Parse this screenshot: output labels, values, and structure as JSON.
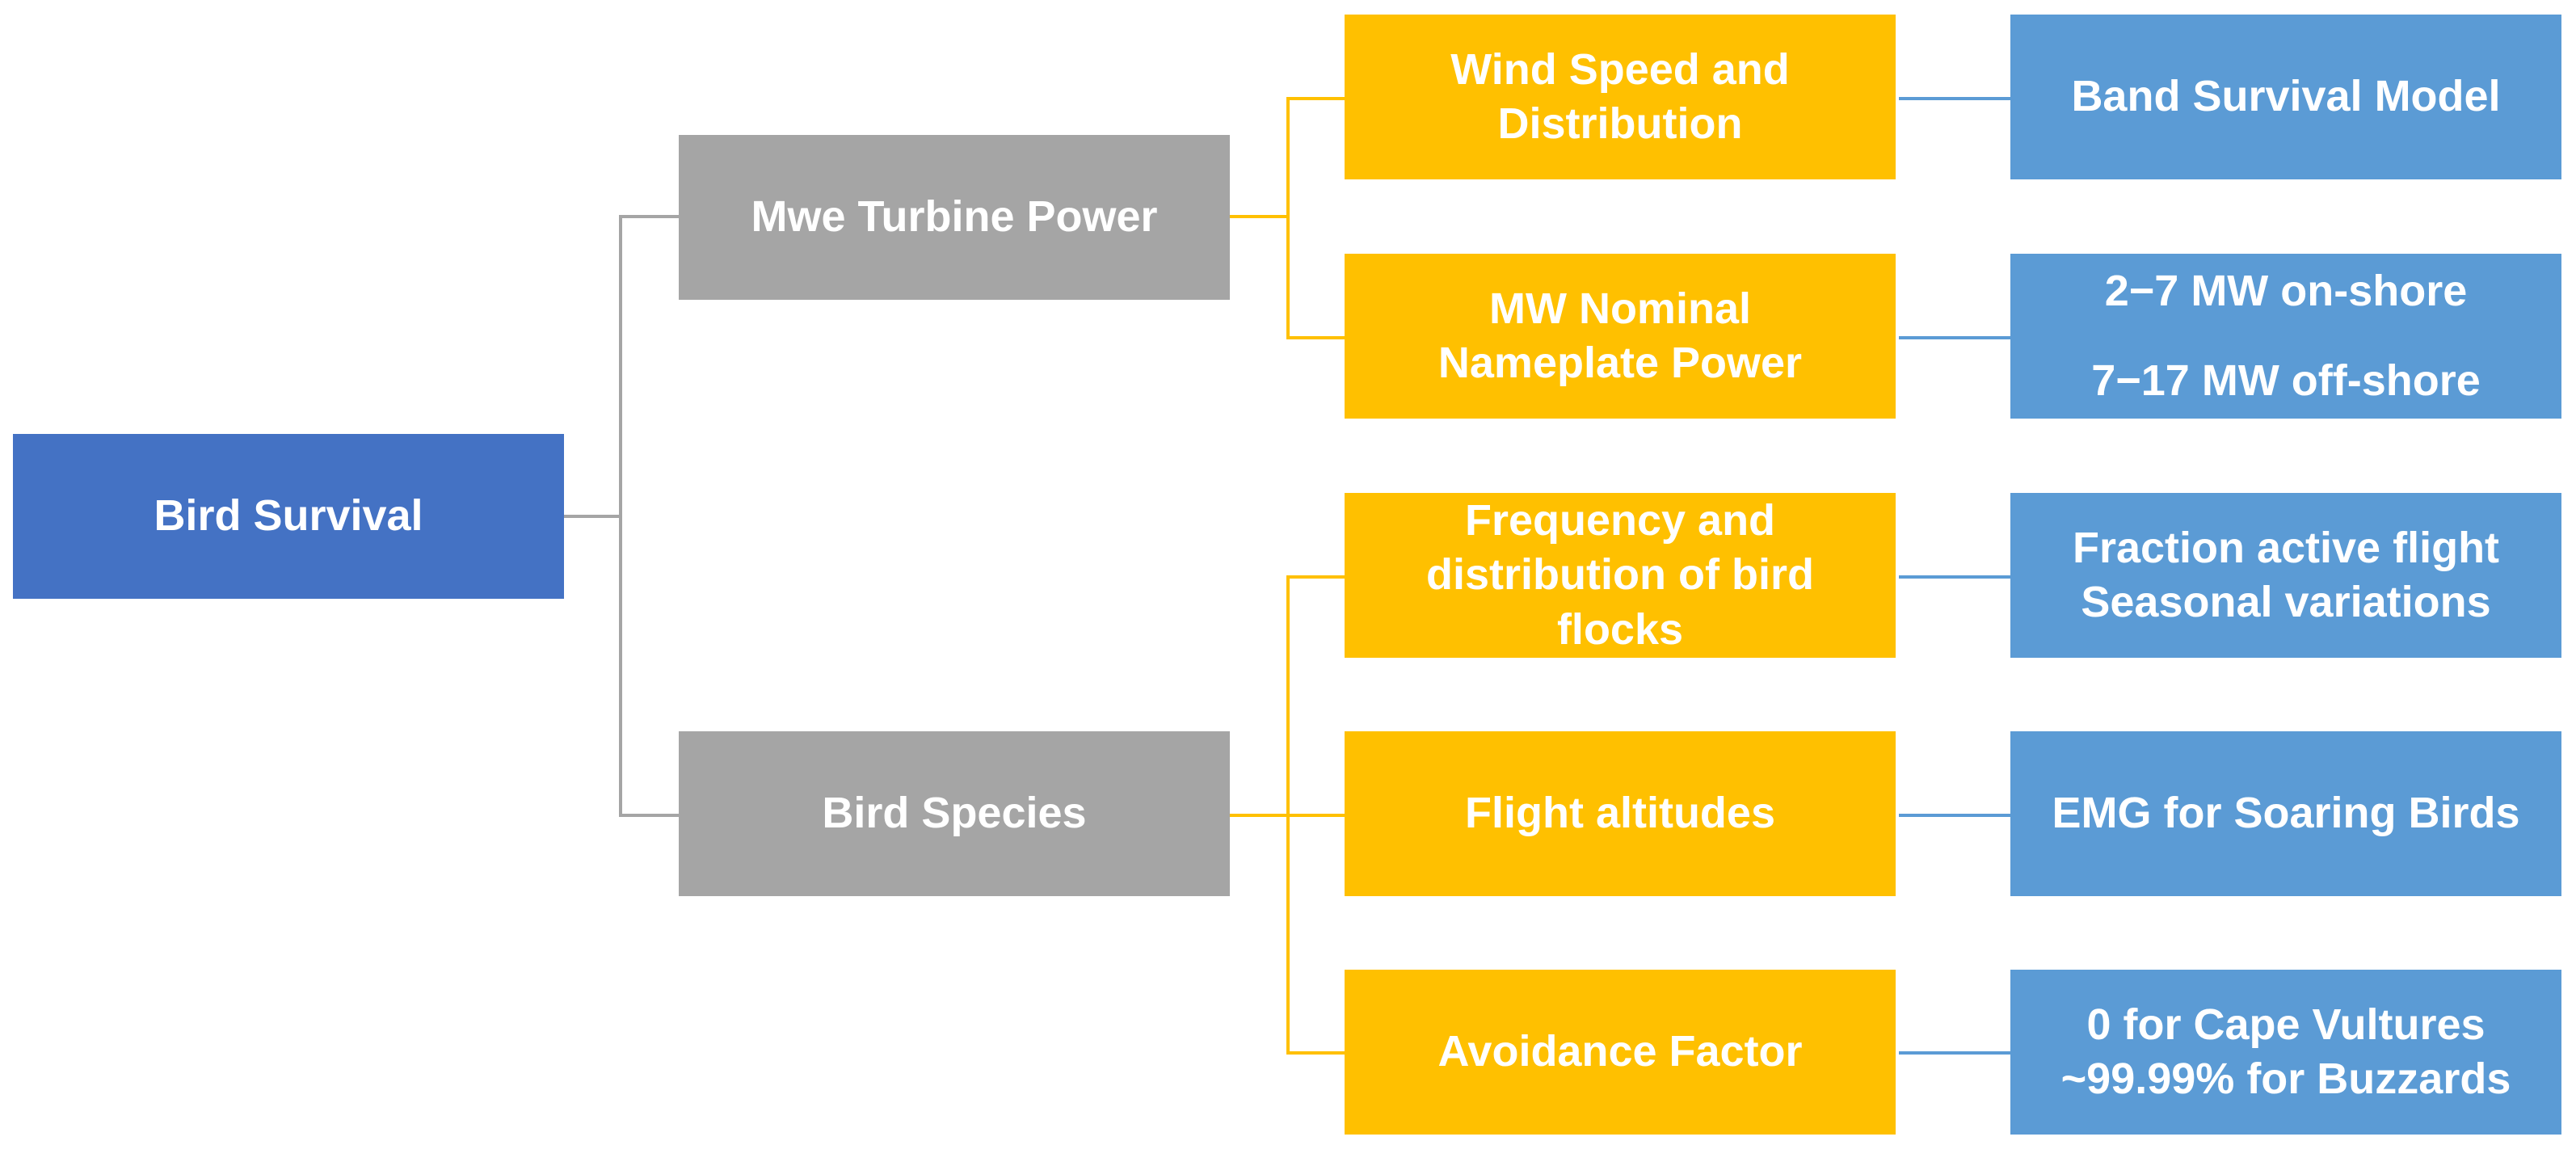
{
  "root": {
    "label": "Bird Survival"
  },
  "branches": [
    {
      "label": "Mwe Turbine Power",
      "factors": [
        {
          "label": "Wind Speed and Distribution",
          "details": [
            "Band Survival Model"
          ]
        },
        {
          "label": "MW Nominal Nameplate Power",
          "details": [
            "2−7 MW on-shore",
            "7−17 MW off-shore"
          ]
        }
      ]
    },
    {
      "label": "Bird Species",
      "factors": [
        {
          "label": "Frequency and distribution of bird flocks",
          "details": [
            "Fraction active flight",
            "Seasonal variations"
          ]
        },
        {
          "label": "Flight altitudes",
          "details": [
            "EMG for Soaring Birds"
          ]
        },
        {
          "label": "Avoidance Factor",
          "details": [
            "0 for Cape Vultures",
            "~99.99% for Buzzards"
          ]
        }
      ]
    }
  ],
  "colors": {
    "root": "#4472c4",
    "branch": "#a5a5a5",
    "factor": "#ffc000",
    "detail": "#5b9bd5"
  }
}
